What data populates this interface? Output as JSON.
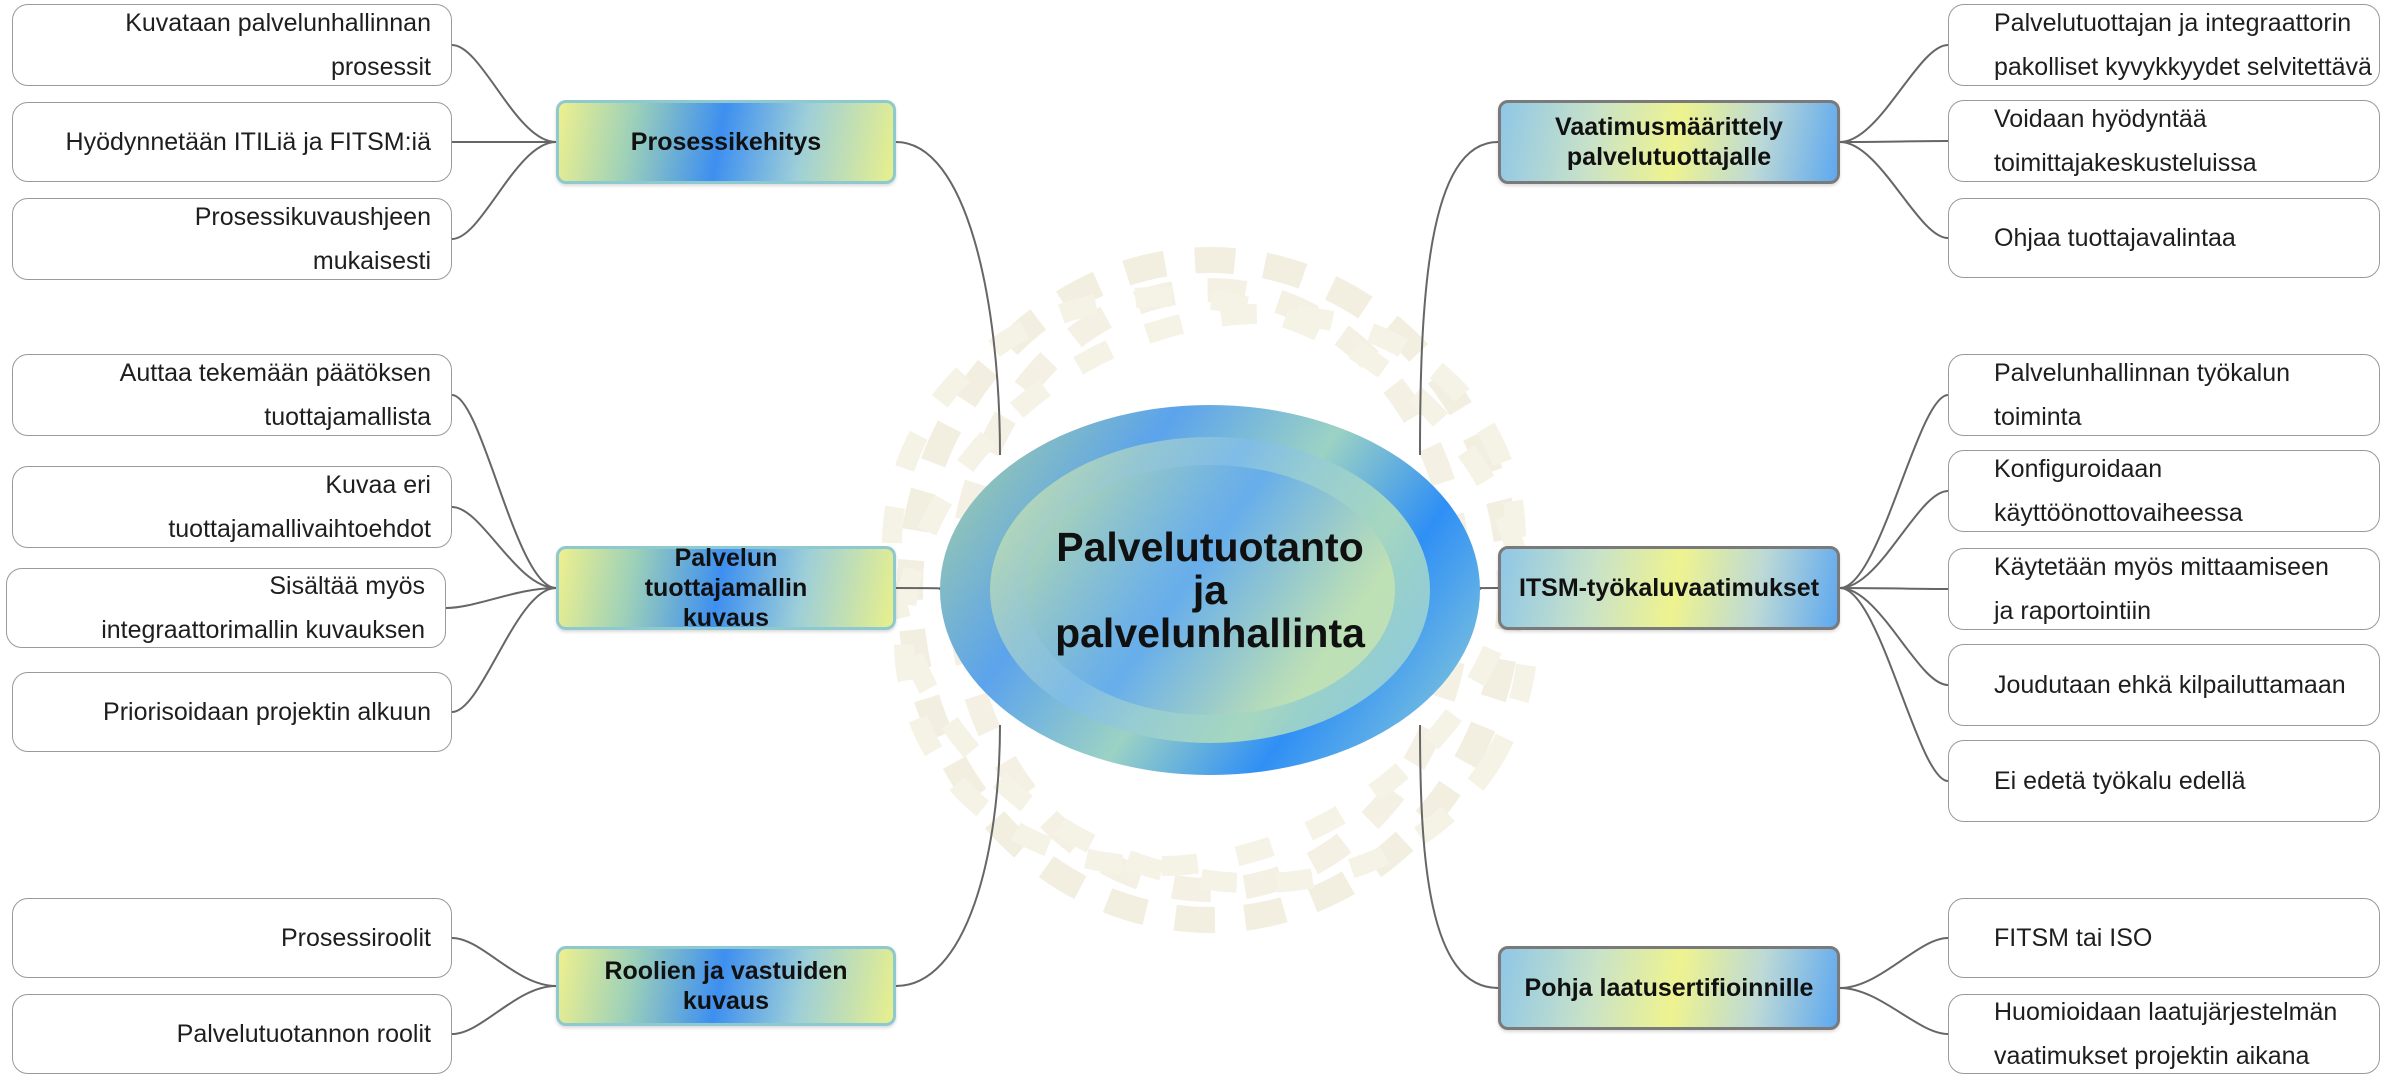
{
  "center": {
    "lines": [
      "Palvelutuotanto",
      "ja",
      "palvelunhallinta"
    ]
  },
  "branches": [
    {
      "key": "prosessikehitys",
      "lines": [
        "Prosessikehitys"
      ],
      "leaves": [
        {
          "lines": [
            "Kuvataan palvelunhallinnan",
            "prosessit"
          ]
        },
        {
          "lines": [
            "Hyödynnetään ITILiä ja FITSM:iä"
          ]
        },
        {
          "lines": [
            "Prosessikuvaushjeen",
            "mukaisesti"
          ]
        }
      ]
    },
    {
      "key": "tuottajamalli",
      "lines": [
        "Palvelun",
        "tuottajamallin",
        "kuvaus"
      ],
      "leaves": [
        {
          "lines": [
            "Auttaa tekemään päätöksen",
            "tuottajamallista"
          ]
        },
        {
          "lines": [
            "Kuvaa eri",
            "tuottajamallivaihtoehdot"
          ]
        },
        {
          "lines": [
            "Sisältää myös",
            "integraattorimallin kuvauksen"
          ]
        },
        {
          "lines": [
            "Priorisoidaan projektin alkuun"
          ]
        }
      ]
    },
    {
      "key": "roolit",
      "lines": [
        "Roolien ja vastuiden kuvaus"
      ],
      "leaves": [
        {
          "lines": [
            "Prosessiroolit"
          ]
        },
        {
          "lines": [
            "Palvelutuotannon roolit"
          ]
        }
      ]
    },
    {
      "key": "vaatimusmaarittely",
      "lines": [
        "Vaatimusmäärittely",
        "palvelutuottajalle"
      ],
      "leaves": [
        {
          "lines": [
            "Palvelutuottajan ja integraattorin",
            "pakolliset kyvykkyydet selvitettävä"
          ]
        },
        {
          "lines": [
            "Voidaan hyödyntää",
            "toimittajakeskusteluissa"
          ]
        },
        {
          "lines": [
            "Ohjaa tuottajavalintaa"
          ]
        }
      ]
    },
    {
      "key": "itsm",
      "lines": [
        "ITSM-työkaluvaatimukset"
      ],
      "leaves": [
        {
          "lines": [
            "Palvelunhallinnan työkalun",
            "toiminta"
          ]
        },
        {
          "lines": [
            "Konfiguroidaan",
            "käyttöönottovaiheessa"
          ]
        },
        {
          "lines": [
            "Käytetään myös mittaamiseen",
            "ja raportointiin"
          ]
        },
        {
          "lines": [
            "Joudutaan ehkä kilpailuttamaan"
          ]
        },
        {
          "lines": [
            "Ei edetä työkalu edellä"
          ]
        }
      ]
    },
    {
      "key": "laatusertifiointi",
      "lines": [
        "Pohja laatusertifioinnille"
      ],
      "leaves": [
        {
          "lines": [
            "FITSM tai ISO"
          ]
        },
        {
          "lines": [
            "Huomioidaan laatujärjestelmän",
            "vaatimukset projektin aikana"
          ]
        }
      ]
    }
  ]
}
